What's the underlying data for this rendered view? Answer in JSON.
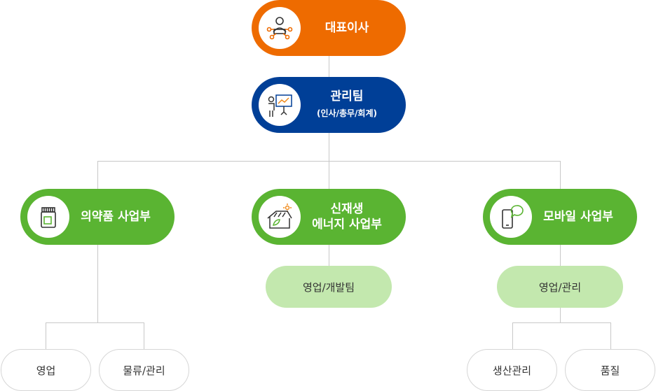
{
  "ceo": {
    "label": "대표이사",
    "icon": "ceo-person-icon",
    "color": "#ee6b00"
  },
  "management": {
    "label": "관리팀",
    "sublabel": "(인사/총무/회계)",
    "icon": "presentation-icon",
    "color": "#003f97"
  },
  "divisions": [
    {
      "label": "의약품 사업부",
      "icon": "medicine-bottle-icon",
      "teams": [
        {
          "label": "영업"
        },
        {
          "label": "물류/관리"
        }
      ]
    },
    {
      "label_line1": "신재생",
      "label_line2": "에너지 사업부",
      "icon": "solar-house-icon",
      "teams": [
        {
          "label": "영업/개발팀"
        }
      ]
    },
    {
      "label": "모바일 사업부",
      "icon": "mobile-chat-icon",
      "teams": [
        {
          "label": "영업/관리",
          "children": [
            {
              "label": "생산관리"
            },
            {
              "label": "품질"
            }
          ]
        }
      ]
    }
  ],
  "colors": {
    "division": "#5ab432",
    "team": "#c3e8ae",
    "connector": "#c8c8c8"
  }
}
